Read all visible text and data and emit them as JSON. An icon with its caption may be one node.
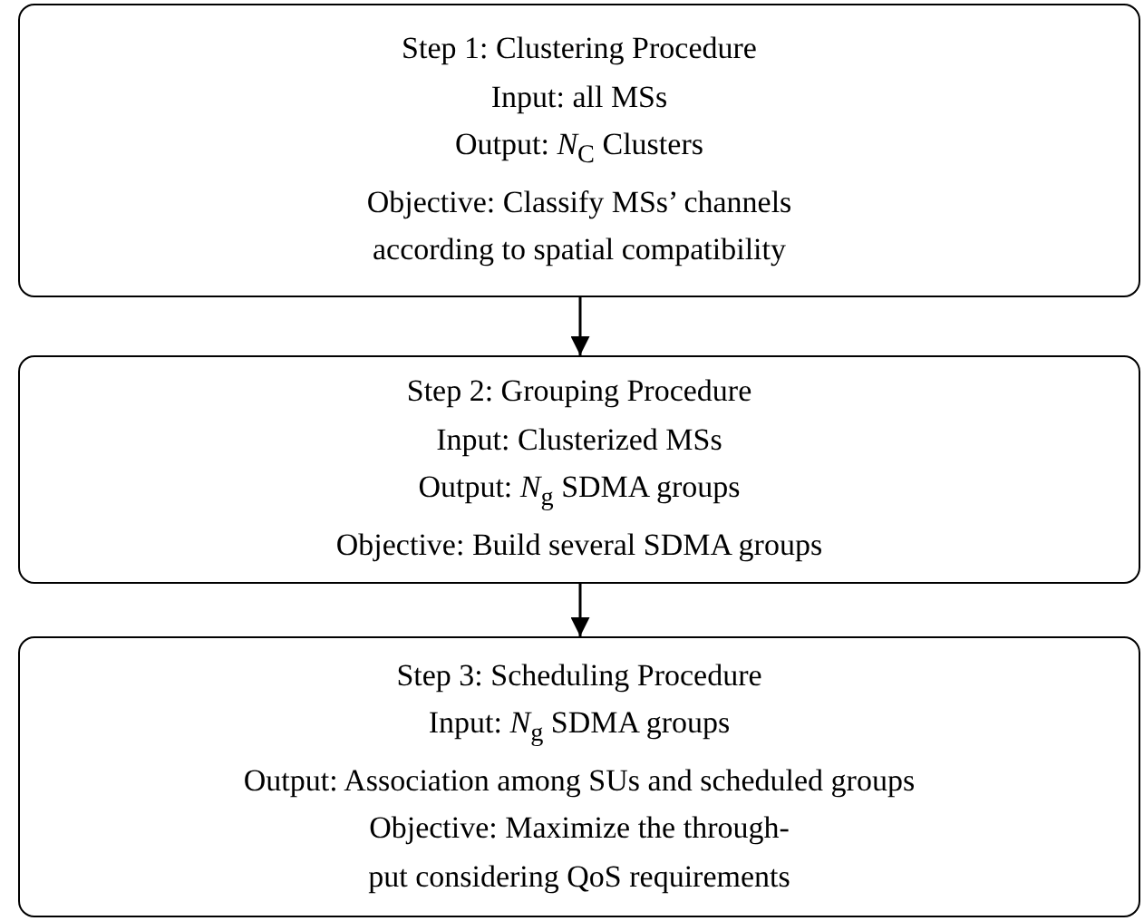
{
  "diagram": {
    "nodes": [
      {
        "text": [
          "Step 1: Clustering Procedure",
          "Input: all MSs",
          "Output: *N*$_{C}$ Clusters",
          "Objective: Classify MSs’ channels according to spatial compatibility"
        ]
      },
      {
        "text": [
          "Step 2: Grouping Procedure",
          "Input: Clusterized MSs",
          "Output: *N*$_{g}$ SDMA groups",
          "Objective: Build several SDMA groups"
        ]
      },
      {
        "text": [
          "Step 3: Scheduling Procedure",
          "Input: *N*$_{g}$ SDMA groups",
          "Output: Association among SUs and scheduled groups",
          "Objective: Maximize the through- put considering QoS requirements"
        ]
      }
    ],
    "edges": [
      {
        "from": 0,
        "to": 1,
        "arrow": "to"
      },
      {
        "from": 1,
        "to": 2,
        "arrow": "to"
      }
    ]
  }
}
